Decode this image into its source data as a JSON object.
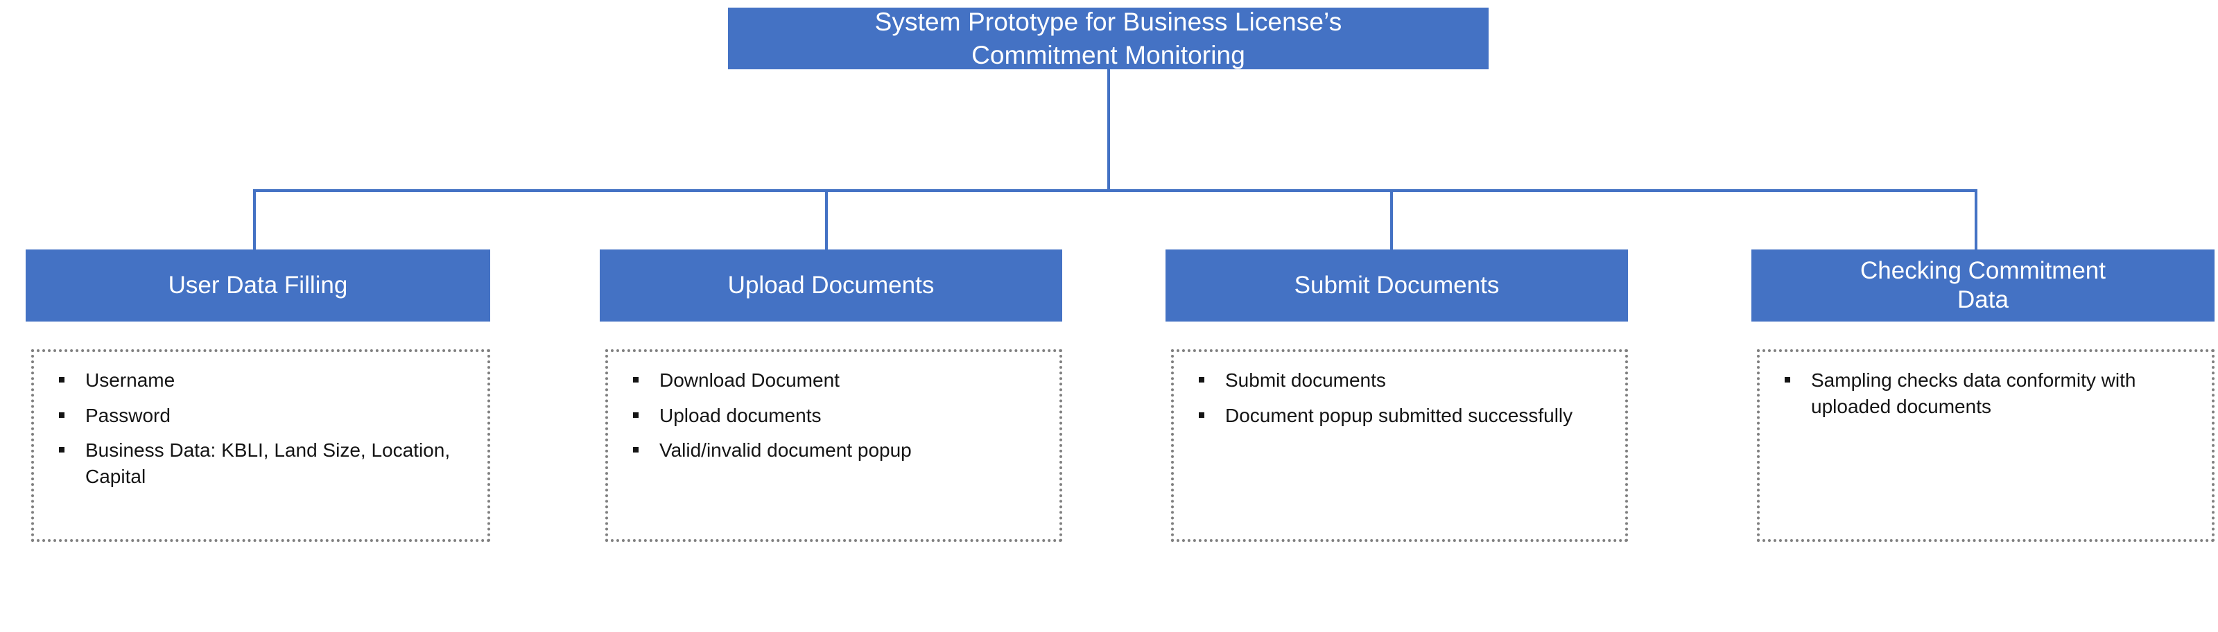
{
  "diagram": {
    "type": "tree-hierarchy",
    "accent_color": "#4472C4",
    "box_text_color": "#FFFFFF",
    "body_text_color": "#151515",
    "body_border_color": "#808080",
    "root": {
      "label": "System Prototype for Business License’s\nCommitment Monitoring"
    },
    "children": [
      {
        "label": "User Data Filling",
        "items": [
          "Username",
          "Password",
          "Business Data: KBLI, Land Size, Location, Capital"
        ]
      },
      {
        "label": "Upload Documents",
        "items": [
          "Download Document",
          "Upload documents",
          "Valid/invalid document popup"
        ]
      },
      {
        "label": "Submit Documents",
        "items": [
          "Submit documents",
          "Document popup submitted successfully"
        ]
      },
      {
        "label": "Checking Commitment\nData",
        "items": [
          "Sampling checks data conformity with uploaded documents"
        ]
      }
    ]
  }
}
